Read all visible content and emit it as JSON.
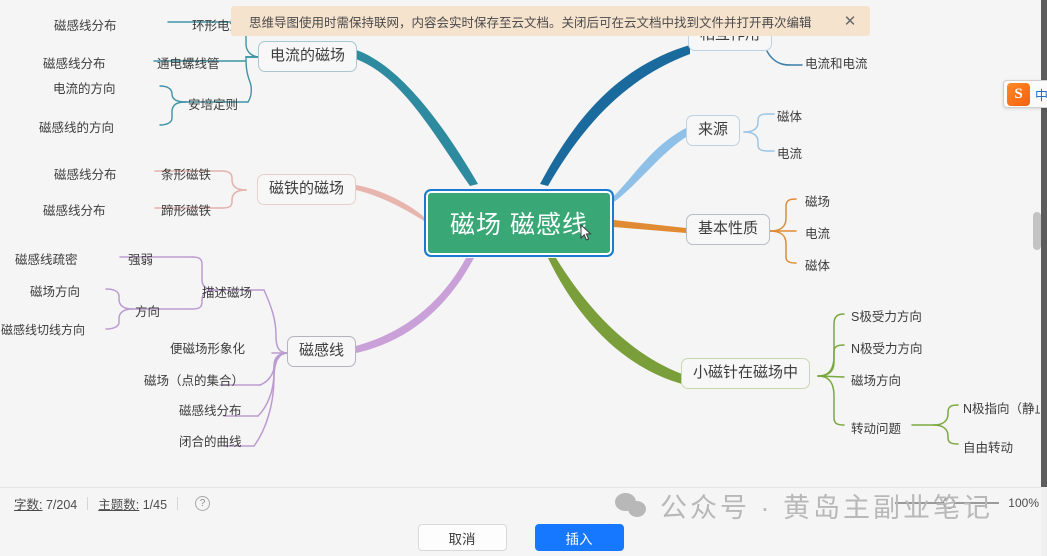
{
  "notification": {
    "text": "思维导图使用时需保持联网，内容会实时保存至云文档。关闭后可在云文档中找到文件并打开再次编辑",
    "close_label": "✕"
  },
  "ime": {
    "logo": "S",
    "mode": "中",
    "dots": "•,"
  },
  "mindmap": {
    "root": "磁场 磁感线",
    "branches": [
      {
        "id": "current-field",
        "label": "电流的磁场",
        "color": "#2e8a9e",
        "children": [
          {
            "label": "环形电流",
            "children": [
              {
                "label": "磁感线分布"
              }
            ]
          },
          {
            "label": "通电螺线管",
            "children": [
              {
                "label": "磁感线分布"
              }
            ]
          },
          {
            "label": "安培定则",
            "children": [
              {
                "label": "电流的方向"
              },
              {
                "label": "磁感线的方向"
              }
            ]
          }
        ]
      },
      {
        "id": "magnet-field",
        "label": "磁铁的磁场",
        "color": "#e8b4ae",
        "children": [
          {
            "label": "条形磁铁",
            "children": [
              {
                "label": "磁感线分布"
              }
            ]
          },
          {
            "label": "蹄形磁铁",
            "children": [
              {
                "label": "磁感线分布"
              }
            ]
          }
        ]
      },
      {
        "id": "field-lines",
        "label": "磁感线",
        "color": "#c9a0d8",
        "children": [
          {
            "label": "描述磁场",
            "children": [
              {
                "label": "强弱",
                "children": [
                  {
                    "label": "磁感线疏密"
                  }
                ]
              },
              {
                "label": "方向",
                "children": [
                  {
                    "label": "磁场方向"
                  },
                  {
                    "label": "磁感线切线方向"
                  }
                ]
              }
            ]
          },
          {
            "label": "便磁场形象化"
          },
          {
            "label": "磁场（点的集合）"
          },
          {
            "label": "磁感线分布"
          },
          {
            "label": "闭合的曲线"
          }
        ]
      },
      {
        "id": "interaction",
        "label": "相互作用",
        "color": "#1a6a9e",
        "children": [
          {
            "label": "电流和电流"
          }
        ]
      },
      {
        "id": "source",
        "label": "来源",
        "color": "#8fc0e8",
        "children": [
          {
            "label": "磁体"
          },
          {
            "label": "电流"
          }
        ]
      },
      {
        "id": "basic-property",
        "label": "基本性质",
        "color": "#e08b34",
        "children": [
          {
            "label": "磁场"
          },
          {
            "label": "电流"
          },
          {
            "label": "磁体"
          }
        ]
      },
      {
        "id": "compass",
        "label": "小磁针在磁场中",
        "color": "#7a9e3a",
        "children": [
          {
            "label": "S极受力方向"
          },
          {
            "label": "N极受力方向"
          },
          {
            "label": "磁场方向"
          },
          {
            "label": "转动问题",
            "children": [
              {
                "label": "N极指向（静止"
              },
              {
                "label": "自由转动"
              }
            ]
          }
        ]
      }
    ]
  },
  "statusbar": {
    "word_count_label": "字数:",
    "word_count_value": "7/204",
    "topic_count_label": "主题数:",
    "topic_count_value": "1/45",
    "help_icon": "?",
    "zoom_level": "100%"
  },
  "watermark": {
    "text": "公众号 · 黄岛主副业笔记"
  },
  "footer": {
    "cancel_label": "取消",
    "insert_label": "插入"
  }
}
